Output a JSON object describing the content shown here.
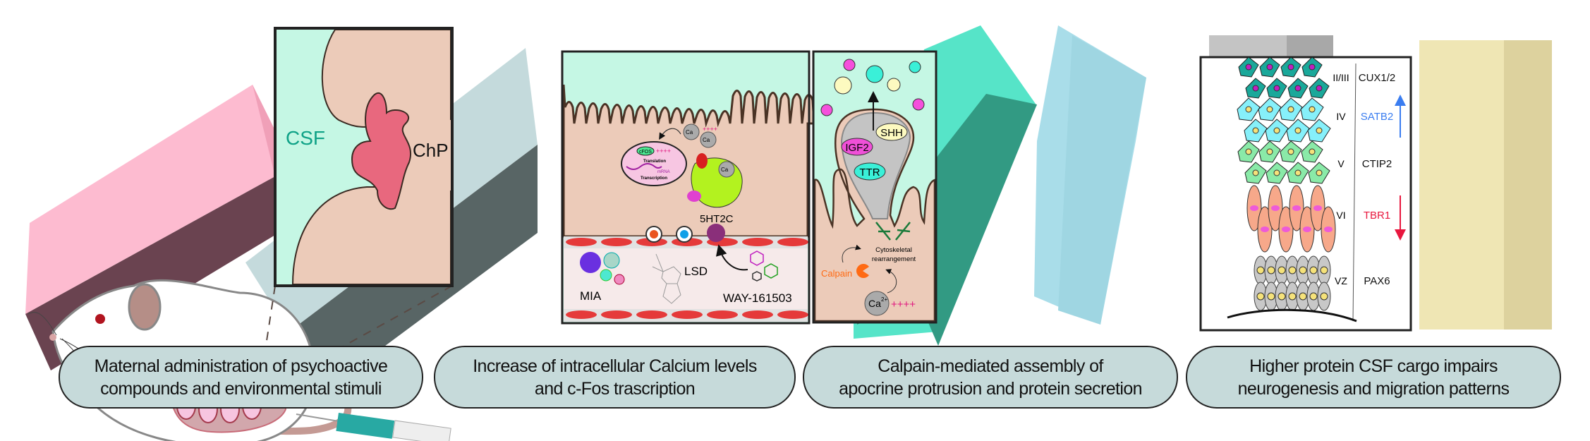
{
  "panel1": {
    "csf_label": "CSF",
    "chp_label": "ChP"
  },
  "panel2": {
    "ca_label": "Ca",
    "ca_sup": "2+",
    "plus": "++++",
    "cfos_label": "cFOS",
    "translation_label": "Translation",
    "mrna_label": "mRNA",
    "transcription_label": "Transcription",
    "receptor_label": "5HT2C",
    "mia_label": "MIA",
    "lsd_label": "LSD",
    "way_label": "WAY-161503"
  },
  "panel3": {
    "proteins": [
      "SHH",
      "IGF2",
      "TTR"
    ],
    "cyto_line1": "Cytoskeletal",
    "cyto_line2": "rearrangement",
    "calpain_label": "Calpain",
    "ca_label": "Ca",
    "ca_sup": "2+",
    "plus": "++++"
  },
  "panel4": {
    "layers": [
      {
        "layer": "II/III",
        "marker": "CUX1/2"
      },
      {
        "layer": "IV",
        "marker": "SATB2"
      },
      {
        "layer": "V",
        "marker": "CTIP2"
      },
      {
        "layer": "VI",
        "marker": "TBR1"
      },
      {
        "layer": "VZ",
        "marker": "PAX6"
      }
    ],
    "satb2_trend": "up",
    "tbr1_trend": "down"
  },
  "captions": [
    {
      "line1": "Maternal administration of psychoactive",
      "line2": "compounds and environmental stimuli"
    },
    {
      "line1": "Increase of intracellular Calcium levels",
      "line2": "and c-Fos trascription"
    },
    {
      "line1": "Calpain-mediated assembly of",
      "line2": "apocrine protrusion and protein secretion"
    },
    {
      "line1": "Higher protein CSF cargo impairs",
      "line2": "neurogenesis and migration patterns"
    }
  ],
  "colors": {
    "csf": "#c5f7e4",
    "tissue": "#eccbb9",
    "caption_fill": "#c6dada",
    "satb2": "#3a7df0",
    "tbr1": "#e8173e",
    "calpain": "#ff6a13",
    "plus": "#e0177f"
  }
}
